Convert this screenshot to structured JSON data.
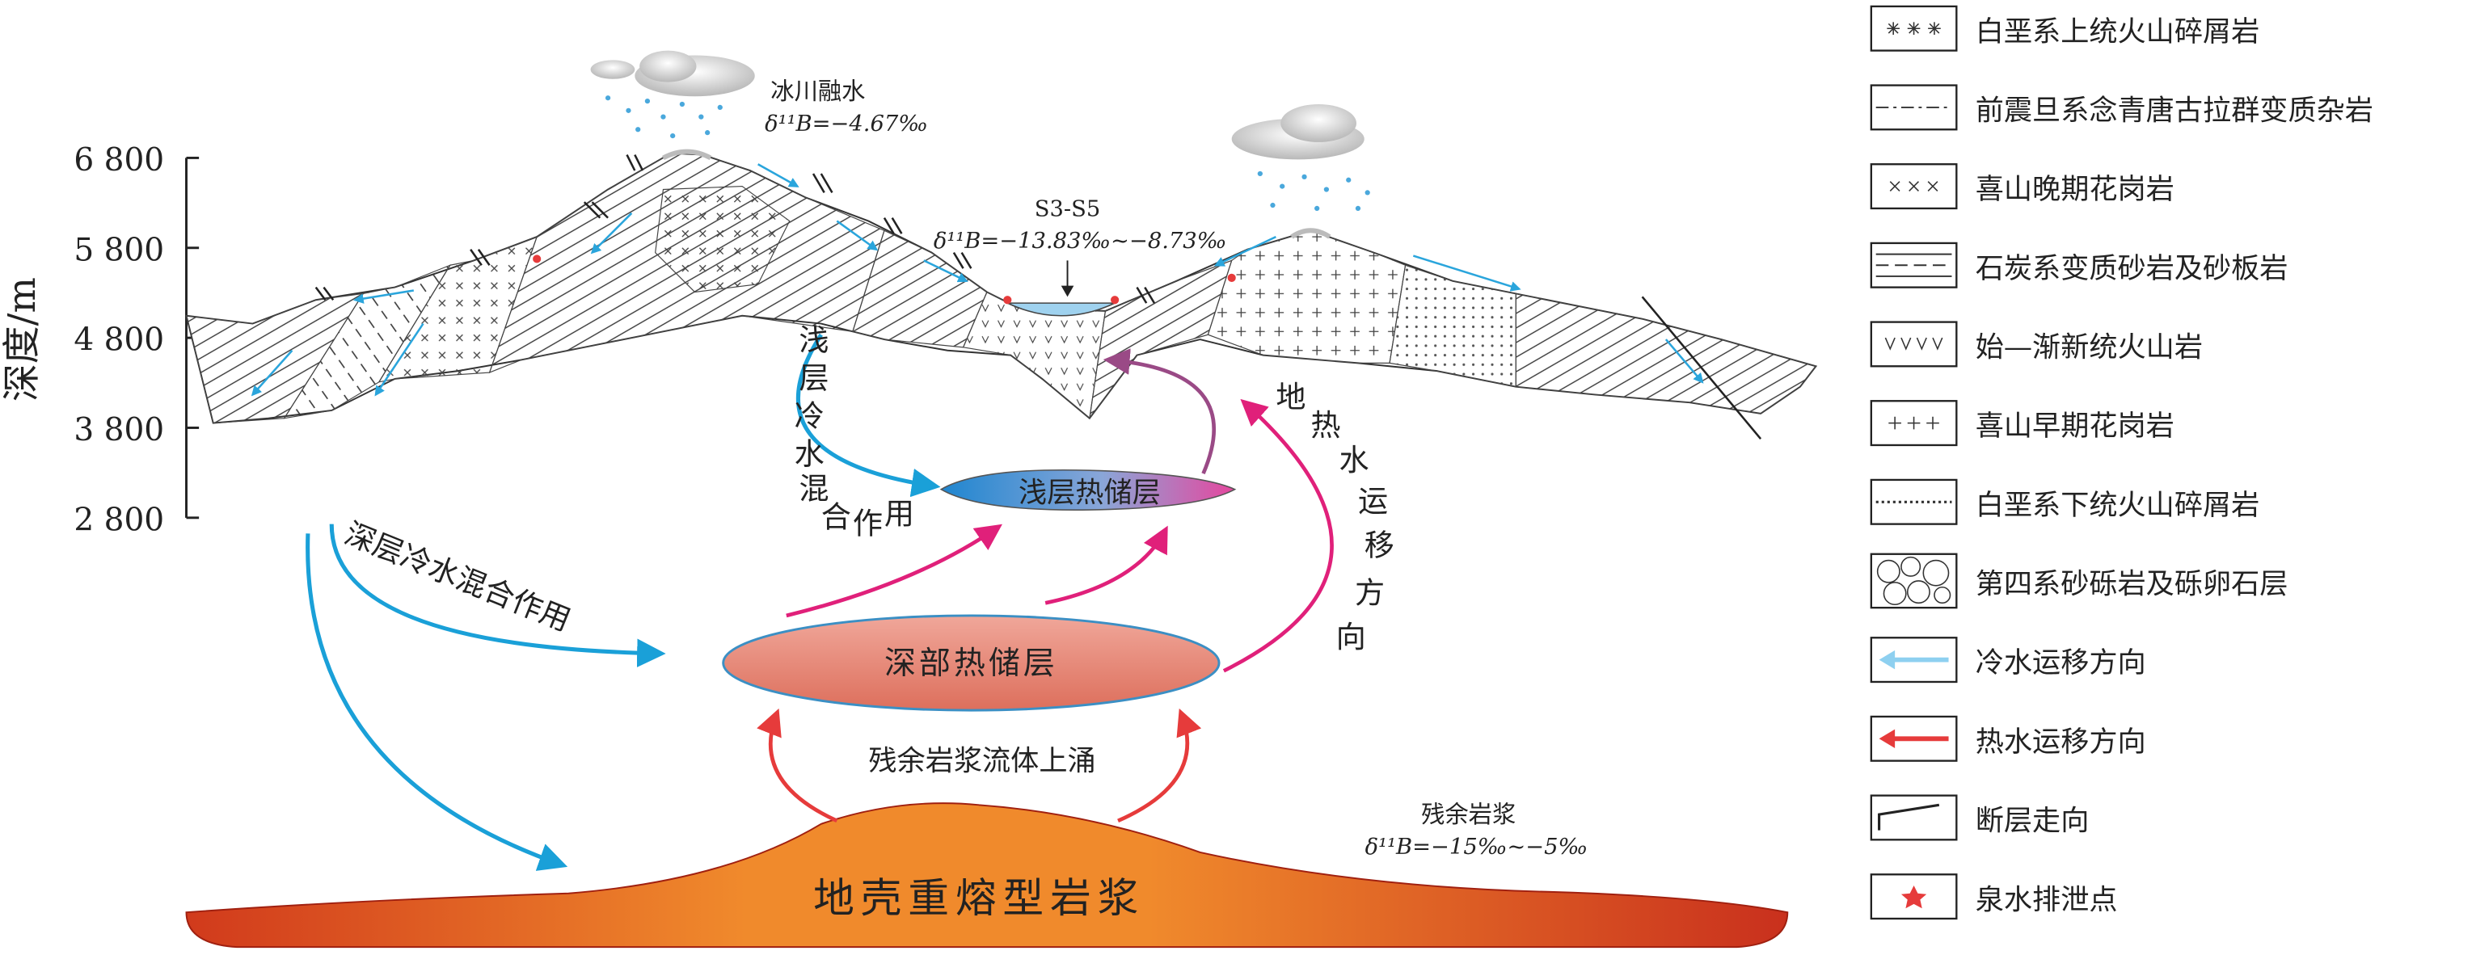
{
  "y_axis": {
    "label": "深度/m",
    "ticks": [
      "6 800",
      "5 800",
      "4 800",
      "3 800",
      "2 800"
    ]
  },
  "annotations": {
    "glacier_title": "冰川融水",
    "glacier_value": "δ¹¹B=−4.67‰",
    "spring_title": "S3-S5",
    "spring_value": "δ¹¹B=−13.83‰~−8.73‰",
    "magma_residual_title": "残余岩浆",
    "magma_residual_value": "δ¹¹B=−15‰~−5‰"
  },
  "labels": {
    "shallow_reservoir": "浅层热储层",
    "deep_reservoir": "深部热储层",
    "magma_body": "地壳重熔型岩浆",
    "fluid_upwelling": "残余岩浆流体上涌",
    "shallow_mixing": [
      "浅",
      "层",
      "冷",
      "水",
      "混",
      "合",
      "作",
      "用"
    ],
    "deep_mixing": "深层冷水混合作用",
    "geothermal_migration": [
      "地",
      "热",
      "水",
      "运",
      "移",
      "方",
      "向"
    ]
  },
  "legend": [
    {
      "label": "白垩系上统火山碎屑岩",
      "pattern": "stars"
    },
    {
      "label": "前震旦系念青唐古拉群变质杂岩",
      "pattern": "dashdot"
    },
    {
      "label": "喜山晚期花岗岩",
      "pattern": "crosses"
    },
    {
      "label": "石炭系变质砂岩及砂板岩",
      "pattern": "dashlines"
    },
    {
      "label": "始—渐新统火山岩",
      "pattern": "vees"
    },
    {
      "label": "喜山早期花岗岩",
      "pattern": "plus"
    },
    {
      "label": "白垩系下统火山碎屑岩",
      "pattern": "dotted"
    },
    {
      "label": "第四系砂砾岩及砾卵石层",
      "pattern": "circles"
    },
    {
      "label": "冷水运移方向",
      "pattern": "cold-arrow"
    },
    {
      "label": "热水运移方向",
      "pattern": "hot-arrow"
    },
    {
      "label": "断层走向",
      "pattern": "fault"
    },
    {
      "label": "泉水排泄点",
      "pattern": "star"
    }
  ],
  "colors": {
    "cold_water": "#1aa0d8",
    "hot_water": "#e63b3b",
    "geothermal_arrow": "#e0207a",
    "magma_dark": "#d13a1c",
    "magma_light": "#f08a2c",
    "deep_reservoir": "#e9877a",
    "shallow_blue": "#3e9bd8",
    "shallow_pink": "#e55aa8"
  }
}
